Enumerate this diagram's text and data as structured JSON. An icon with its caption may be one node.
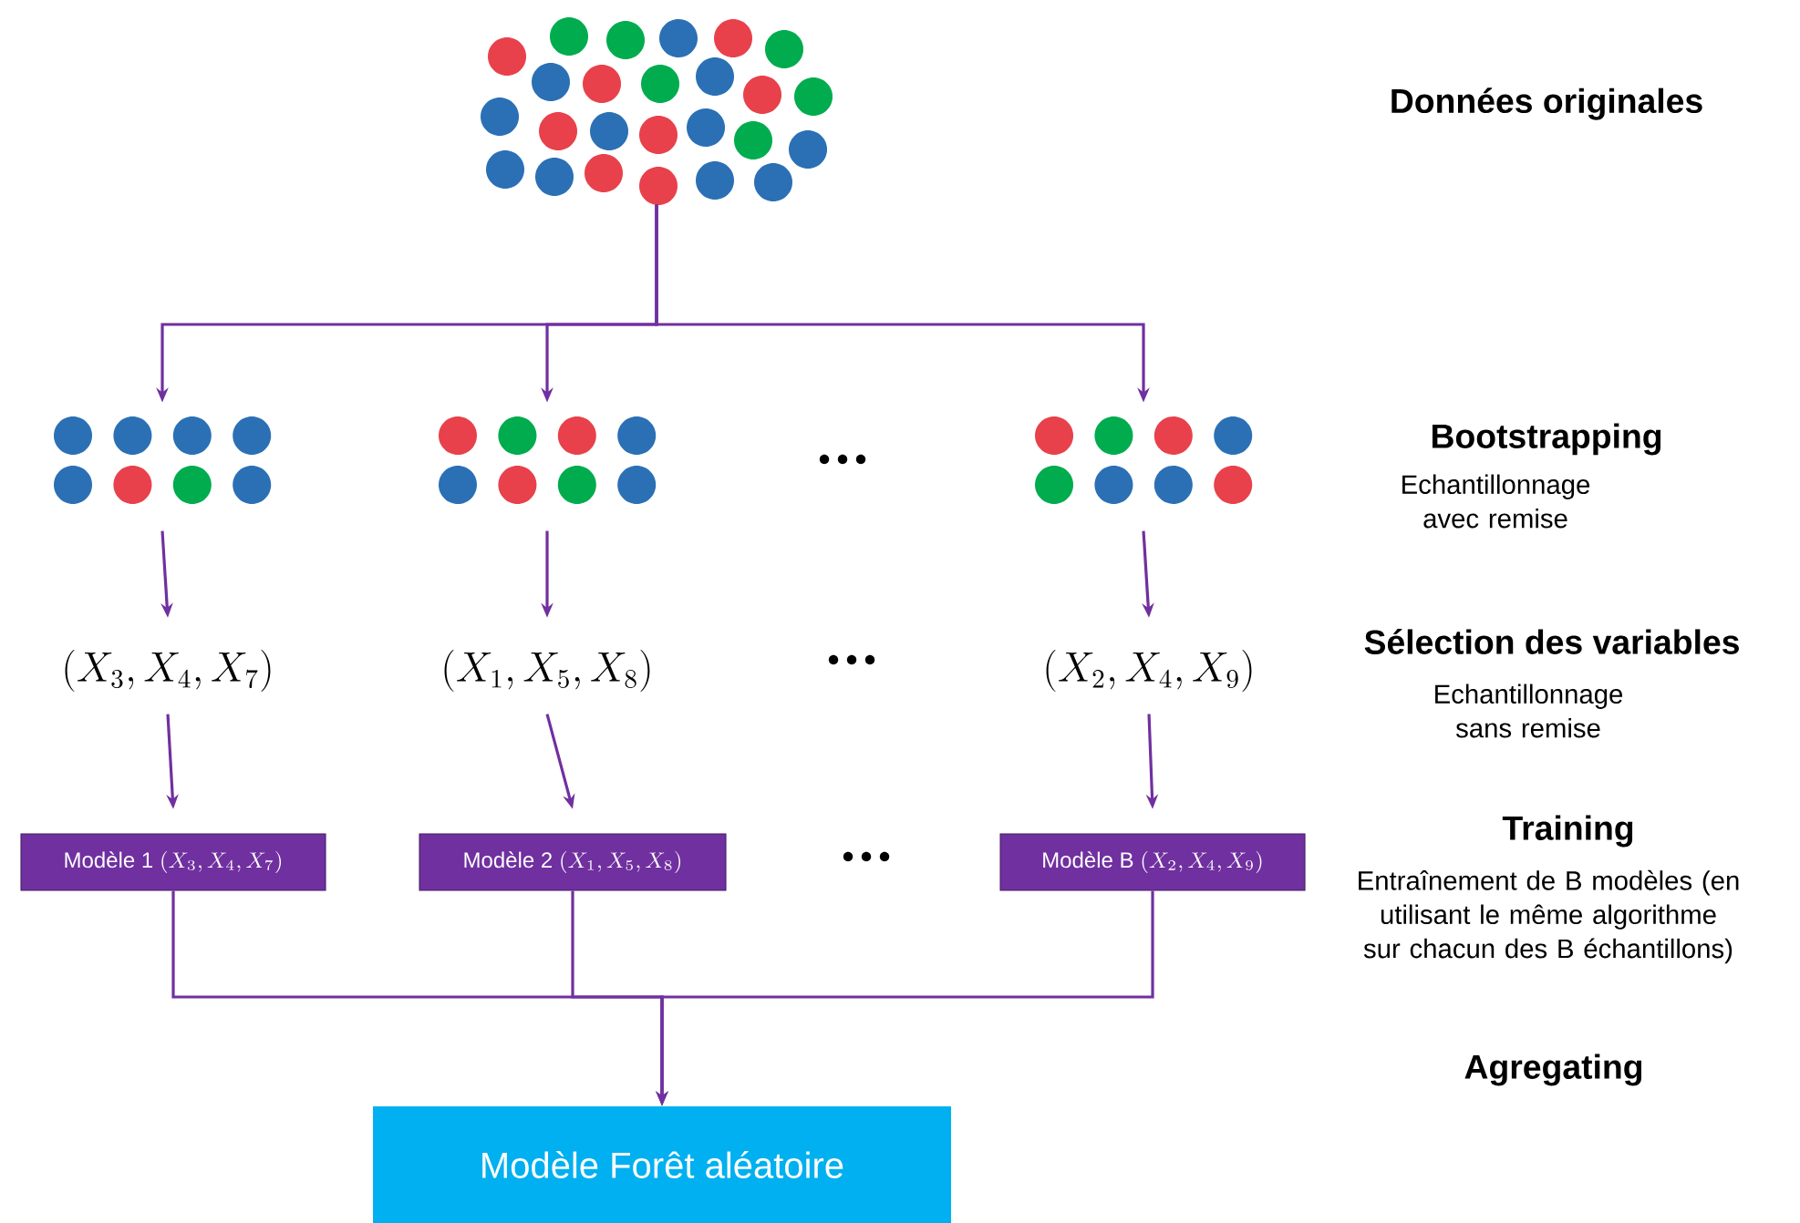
{
  "diagram": {
    "nodes": [
      {
        "text": [],
        "shape": "picture"
      },
      {
        "text": [],
        "shape": "picture"
      },
      {
        "text": [],
        "shape": "picture"
      },
      {
        "text": [],
        "shape": "picture"
      },
      {
        "text": [
          "(X_3, X_4, X_7)"
        ]
      },
      {
        "text": [
          "(X_1, X_5, X_8)"
        ]
      },
      {
        "text": [
          "(X_2, X_4, X_9)"
        ]
      },
      {
        "text": [
          "Modèle 1",
          "(X_3, X_4, X_7)"
        ]
      },
      {
        "text": [
          "Modèle 2",
          "(X_1, X_5, X_8)"
        ]
      },
      {
        "text": [
          "Modèle B",
          "(X_2, X_4, X_9)"
        ]
      },
      {
        "text": [
          "Modèle Forêt aléatoire"
        ]
      }
    ],
    "edges": [
      {
        "from": 0,
        "to": 1,
        "arrow": "to"
      },
      {
        "from": 0,
        "to": 2,
        "arrow": "to"
      },
      {
        "from": 0,
        "to": 3,
        "arrow": "to"
      },
      {
        "from": 1,
        "to": 4,
        "arrow": "to"
      },
      {
        "from": 2,
        "to": 5,
        "arrow": "to"
      },
      {
        "from": 3,
        "to": 6,
        "arrow": "to"
      },
      {
        "from": 4,
        "to": 7,
        "arrow": "to"
      },
      {
        "from": 5,
        "to": 8,
        "arrow": "to"
      },
      {
        "from": 6,
        "to": 9,
        "arrow": "to"
      },
      {
        "from": 7,
        "to": 10,
        "arrow": "to"
      },
      {
        "from": 8,
        "to": 10,
        "arrow": "to"
      },
      {
        "from": 9,
        "to": 10,
        "arrow": "to"
      }
    ],
    "labels": [
      "Données originales",
      "Bootstrapping",
      "Echantillonnage avec remise",
      "Sélection des variables",
      "Echantillonnage sans remise",
      "Training",
      "Entraînement de B modèles (en utilisant le même algorithme sur chacun des B échantillons)",
      "Agregating"
    ]
  }
}
